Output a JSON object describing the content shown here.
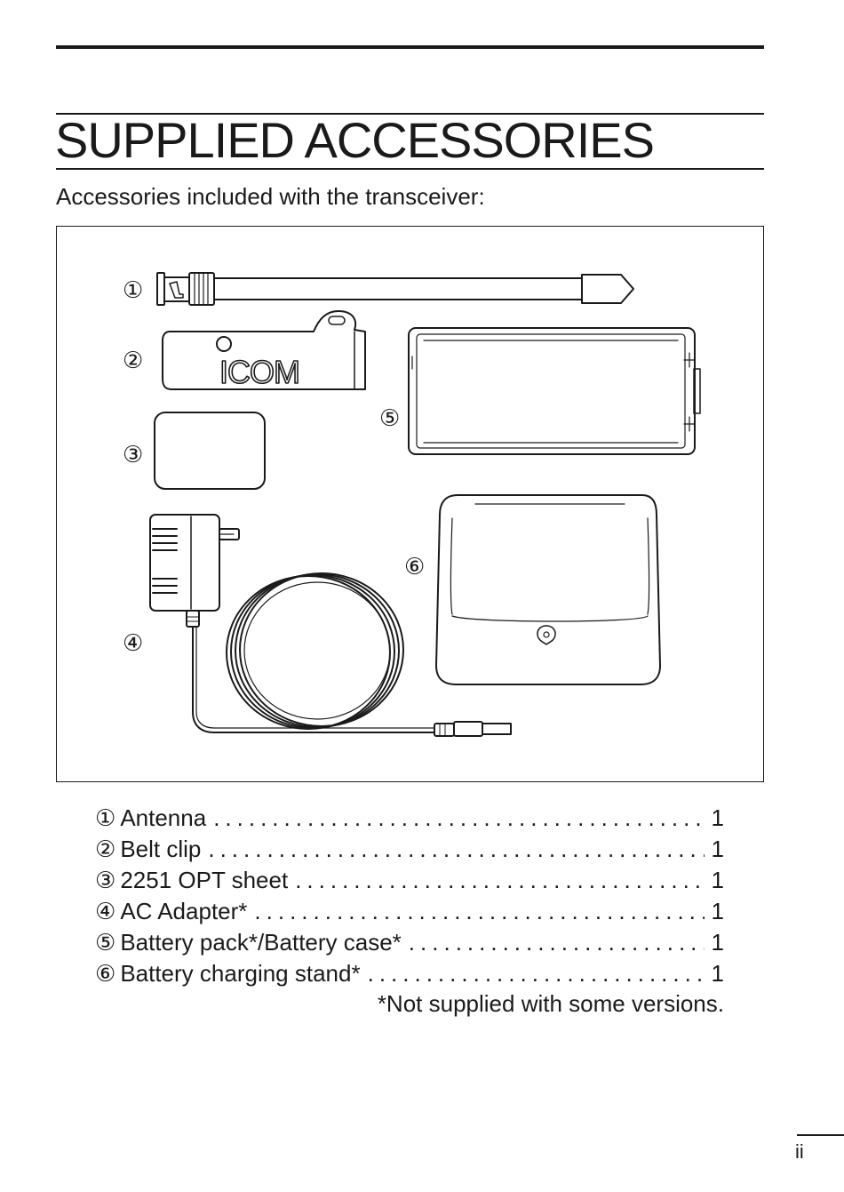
{
  "heading": {
    "title": "SUPPLIED ACCESSORIES",
    "intro": "Accessories included with the transceiver:"
  },
  "figure": {
    "callouts": [
      "①",
      "②",
      "③",
      "④",
      "⑤",
      "⑥"
    ],
    "belt_clip_logo": "ICOM"
  },
  "items": [
    {
      "num": "①",
      "label": "Antenna",
      "qty": "1"
    },
    {
      "num": "②",
      "label": "Belt clip",
      "qty": "1"
    },
    {
      "num": "③",
      "label": "2251 OPT sheet",
      "qty": "1"
    },
    {
      "num": "④",
      "label": "AC Adapter*",
      "qty": "1"
    },
    {
      "num": "⑤",
      "label": "Battery pack*/Battery case*",
      "qty": "1"
    },
    {
      "num": "⑥",
      "label": "Battery charging stand*",
      "qty": "1"
    }
  ],
  "footnote": "*Not supplied with some versions.",
  "page_number": "ii"
}
